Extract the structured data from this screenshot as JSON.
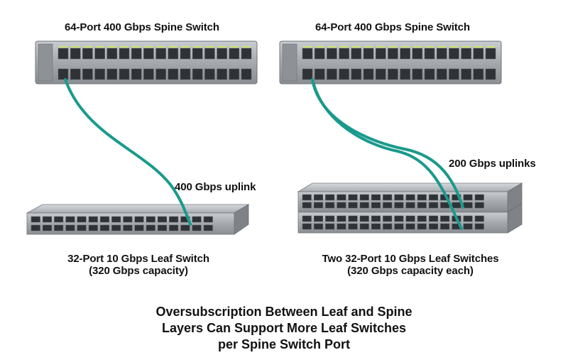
{
  "spines": [
    {
      "label": "64-Port 400 Gbps Spine Switch"
    },
    {
      "label": "64-Port 400 Gbps Spine Switch"
    }
  ],
  "left_leaf": {
    "title": "32-Port 10 Gbps Leaf Switch",
    "subtitle": "(320 Gbps capacity)",
    "uplink_label": "400 Gbps uplink"
  },
  "right_leaf": {
    "title": "Two 32-Port 10 Gbps Leaf Switches",
    "subtitle": "(320 Gbps capacity each)",
    "uplink_label": "200 Gbps uplinks"
  },
  "caption": {
    "line1": "Oversubscription Between Leaf and Spine",
    "line2": "Layers Can Support More Leaf Switches",
    "line3": "per Spine Switch Port"
  },
  "colors": {
    "cable": "#1a9a8c",
    "port_highlight": "#cfe86a",
    "chassis": "#9a9ea3"
  }
}
